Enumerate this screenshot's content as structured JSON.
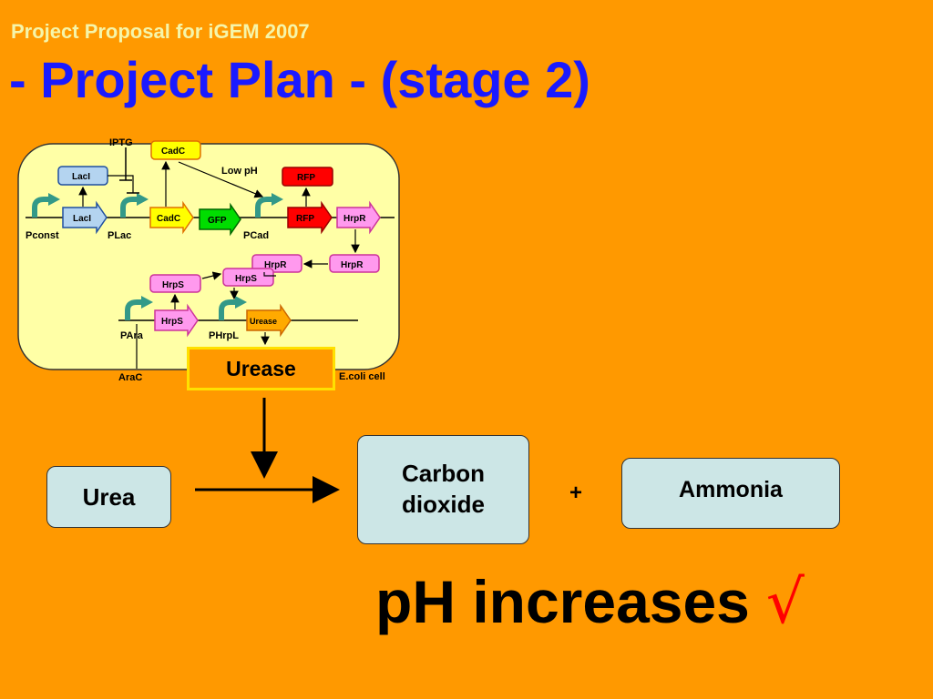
{
  "header": {
    "subtitle": "Project Proposal for iGEM 2007",
    "title": "- Project Plan - (stage 2)"
  },
  "circuit": {
    "inducer_iptg": "IPTG",
    "low_ph": "Low pH",
    "arac": "AraC",
    "cell_label": "E.coli cell",
    "promoters": [
      "Pconst",
      "PLac",
      "PCad",
      "PAra",
      "PHrpL"
    ],
    "genes": {
      "laci": "LacI",
      "cadc": "CadC",
      "gfp": "GFP",
      "rfp": "RFP",
      "hrpr": "HrpR",
      "hrps": "HrpS",
      "urease": "Urease"
    },
    "colors": {
      "cell_fill": "#FFFFA6",
      "laci": "#B4D4F0",
      "cadc": "#FFFF00",
      "gfp": "#00DD00",
      "rfp": "#FF0000",
      "hrp": "#FF99EE",
      "urease": "#FFAA00",
      "promoter": "#339988"
    }
  },
  "reaction": {
    "enzyme": "Urease",
    "substrate": "Urea",
    "product1": "Carbon dioxide",
    "plus": "+",
    "product2": "Ammonia"
  },
  "conclusion": {
    "text": "pH increases",
    "mark": "√"
  }
}
